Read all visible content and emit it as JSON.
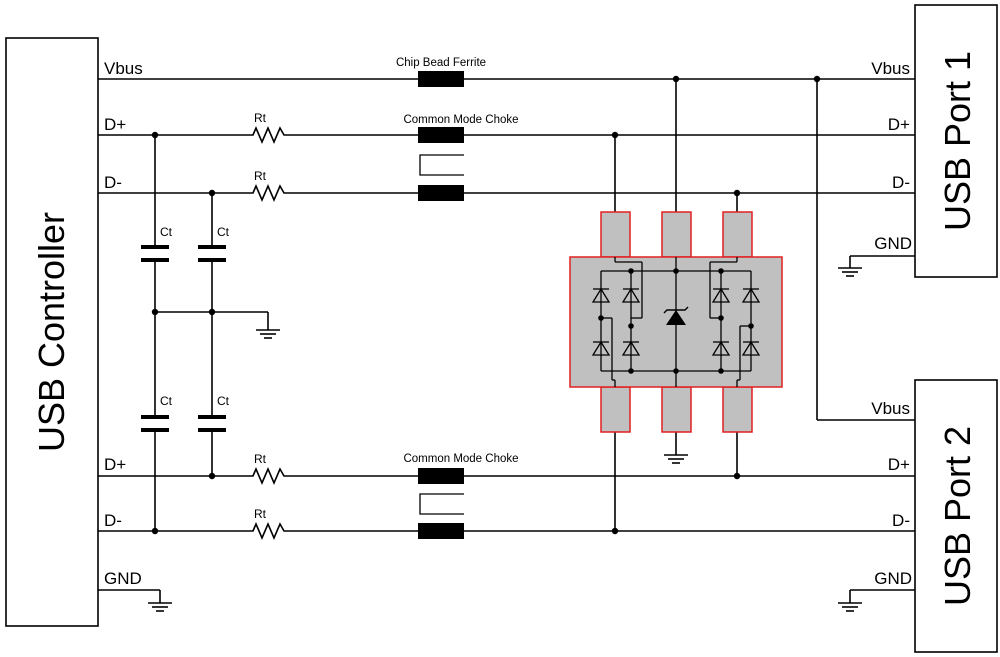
{
  "blocks": {
    "controller": "USB Controller",
    "port1": "USB Port 1",
    "port2": "USB Port 2"
  },
  "signals": {
    "vbus": "Vbus",
    "dplus": "D+",
    "dminus": "D-",
    "gnd": "GND"
  },
  "components": {
    "ferrite": "Chip Bead Ferrite",
    "choke": "Common Mode Choke",
    "rt": "Rt",
    "ct": "Ct"
  },
  "colors": {
    "wire": "#000000",
    "package_fill": "#c0c0c0",
    "package_outline": "#e02020"
  }
}
